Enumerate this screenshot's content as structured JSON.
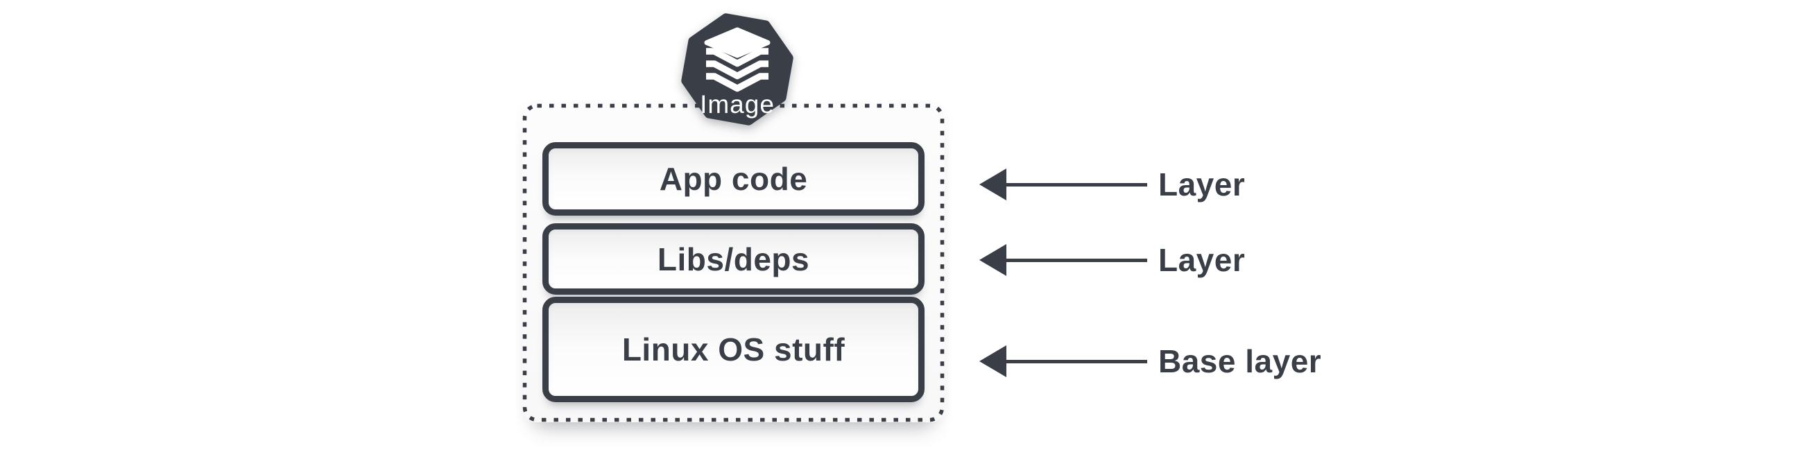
{
  "diagram": {
    "badge": {
      "label": "Image",
      "icon": "layers-stack-icon"
    },
    "layers": [
      {
        "label": "App code",
        "annotation": "Layer"
      },
      {
        "label": "Libs/deps",
        "annotation": "Layer"
      },
      {
        "label": "Linux OS stuff",
        "annotation": "Base layer"
      }
    ],
    "icons": {
      "annotation_arrow": "arrow-left-icon"
    },
    "colors": {
      "ink": "#3a3f47",
      "badge_text": "#ffffff",
      "boundary_fill": "#fafafa",
      "box_fill": "#ffffff",
      "page_bg": "#ffffff"
    }
  }
}
